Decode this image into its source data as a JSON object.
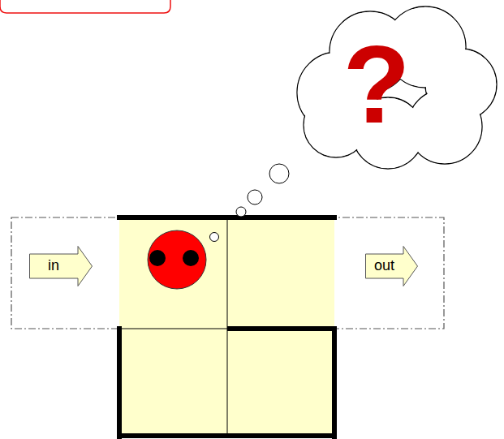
{
  "diagram": {
    "nodes": [
      {
        "text": [
          "?"
        ]
      },
      {
        "text": [
          "in"
        ]
      },
      {
        "text": [
          "out"
        ]
      }
    ]
  }
}
